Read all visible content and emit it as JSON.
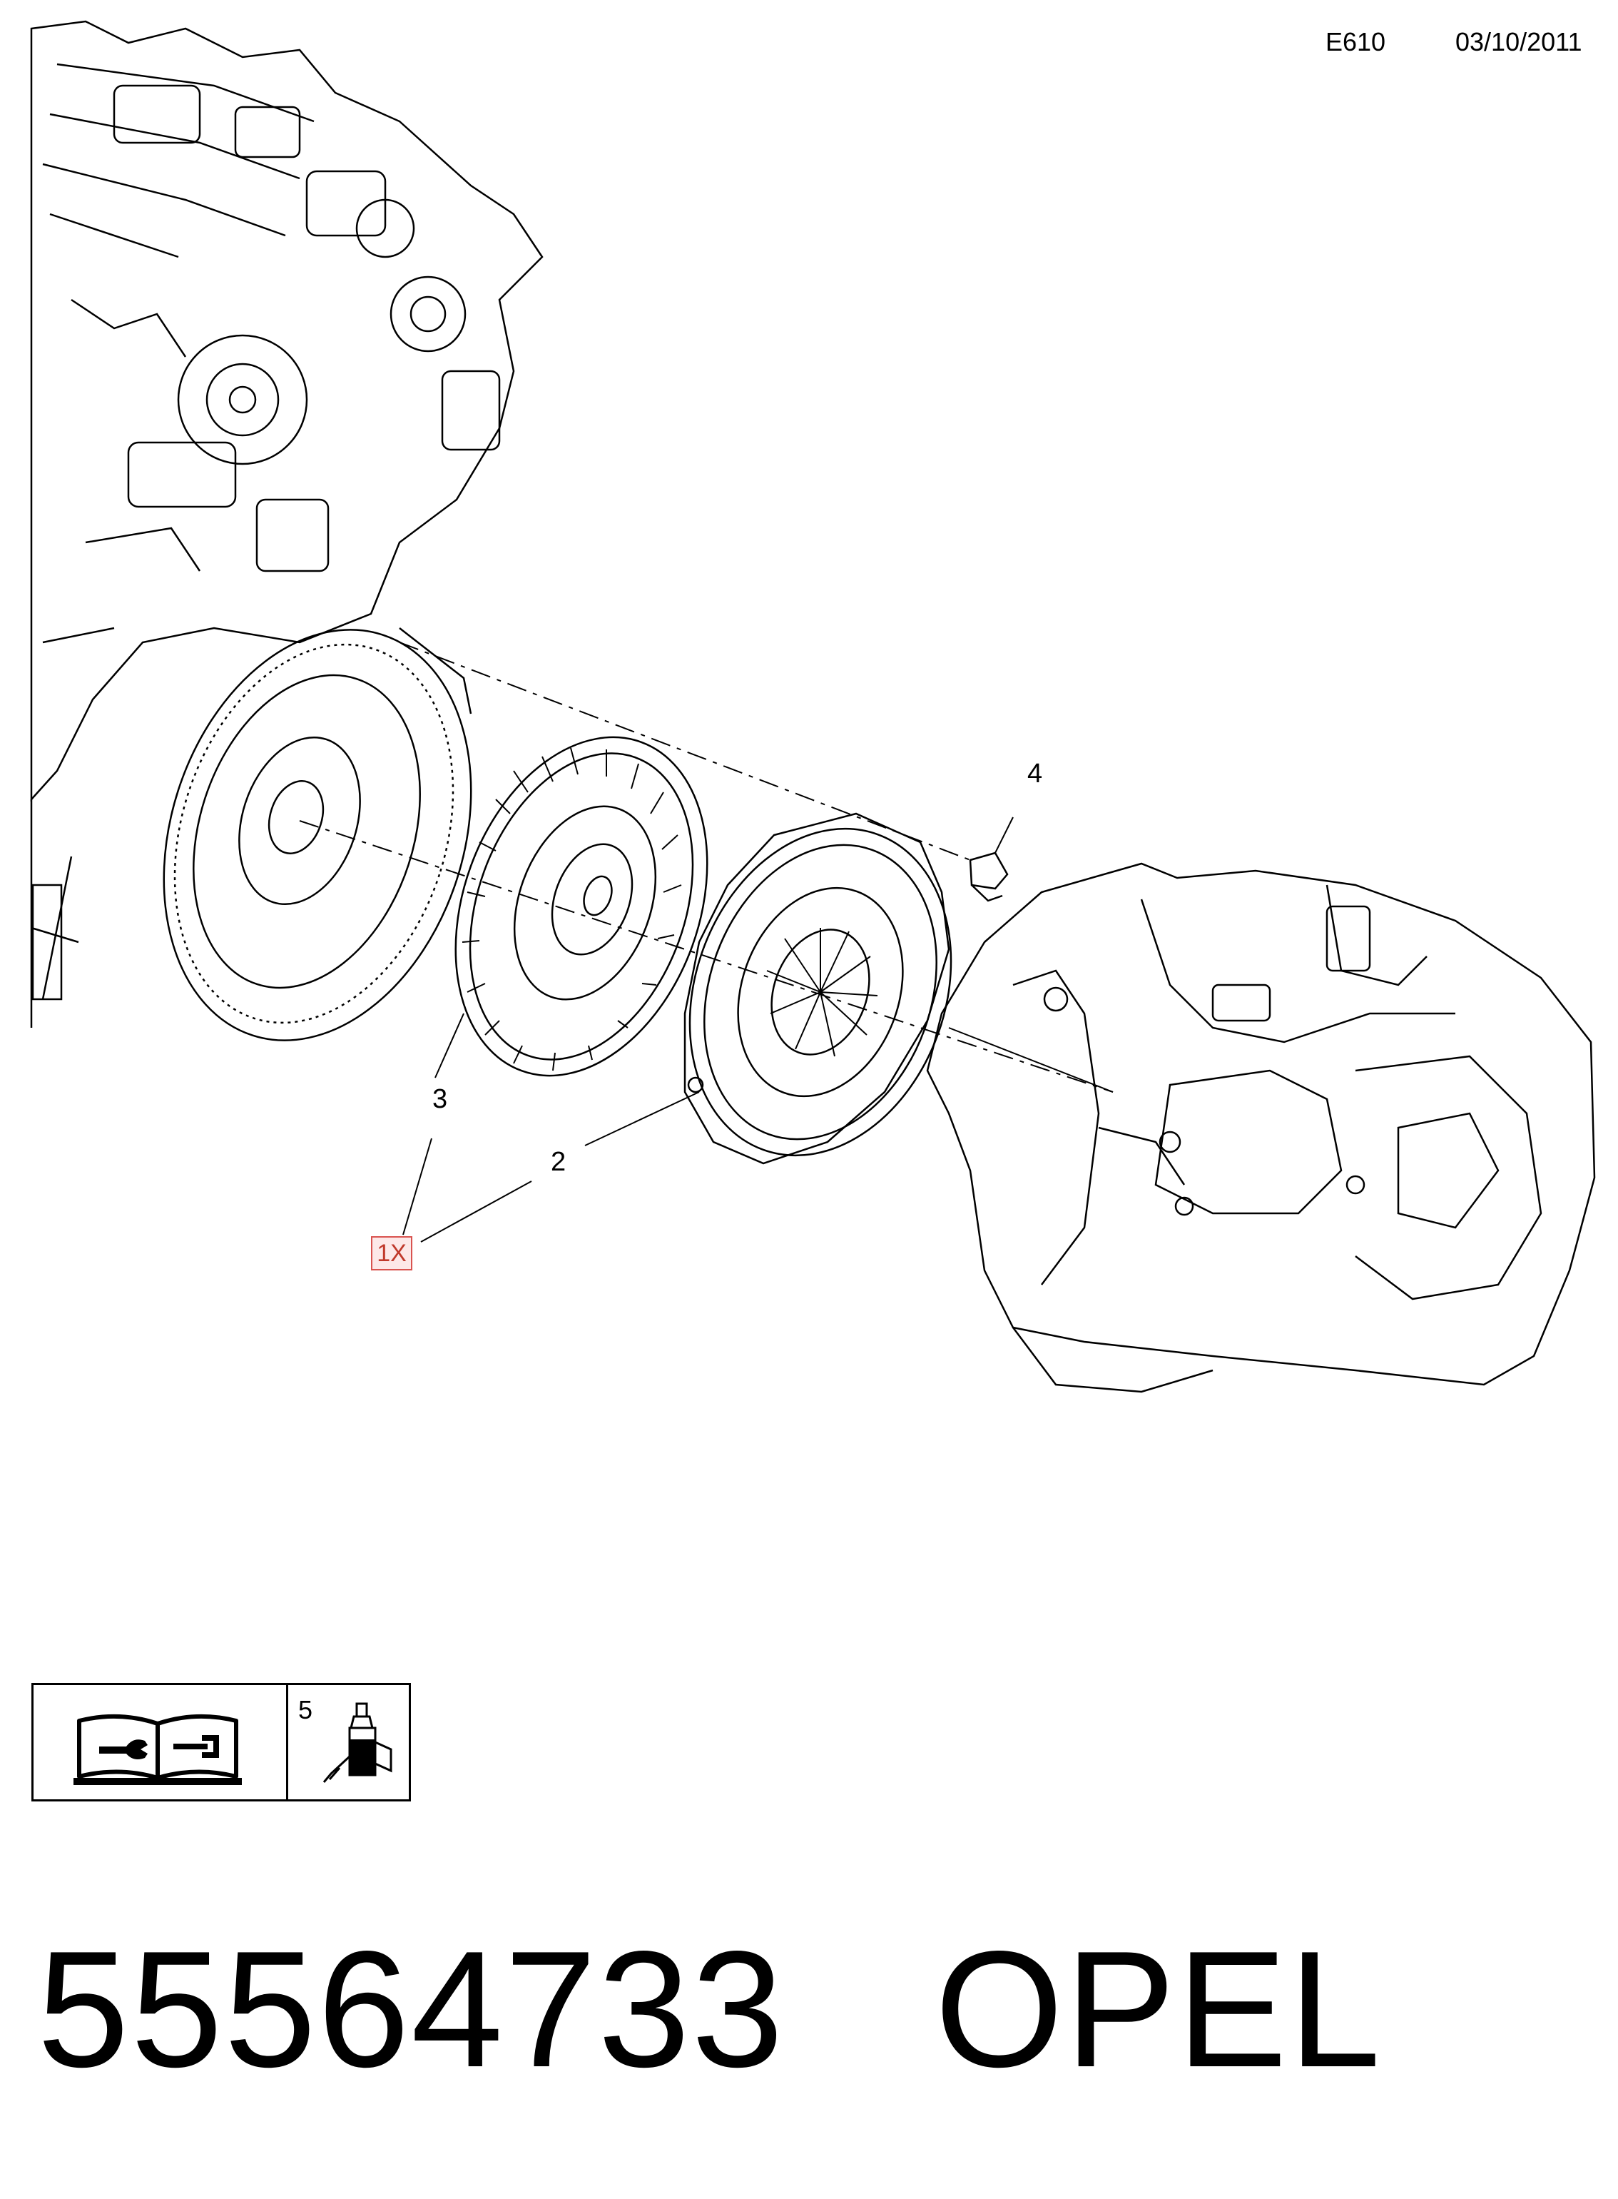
{
  "header": {
    "code": "E610",
    "date": "03/10/2011"
  },
  "callouts": {
    "pressure_plate": "2",
    "clutch_disc": "3",
    "bolt": "4",
    "quantity": "1X"
  },
  "legend": {
    "item_number": "5",
    "icons": [
      "workshop-manual-icon",
      "adhesive-bottle-icon"
    ]
  },
  "footer": {
    "part_number": "55564733",
    "brand": "OPEL"
  },
  "colors": {
    "line": "#000000",
    "quantity_border": "#d9534f",
    "quantity_fill": "#fde8e8"
  }
}
